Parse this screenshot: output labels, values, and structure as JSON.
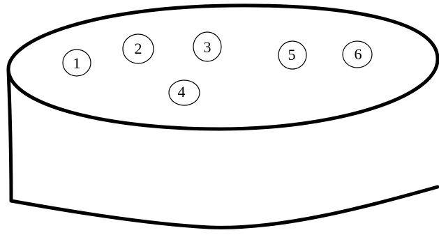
{
  "diagram": {
    "stroke_color": "#000000",
    "fill_color": "#ffffff",
    "markers": [
      {
        "label": "1"
      },
      {
        "label": "2"
      },
      {
        "label": "3"
      },
      {
        "label": "4"
      },
      {
        "label": "5"
      },
      {
        "label": "6"
      }
    ]
  }
}
